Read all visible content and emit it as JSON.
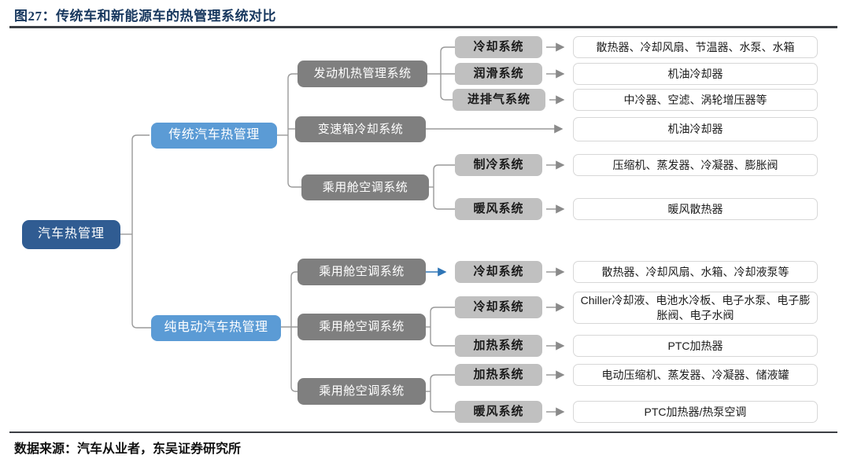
{
  "figure": {
    "title": "图27：传统车和新能源车的热管理系统对比",
    "source": "数据来源：汽车从业者，东吴证券研究所"
  },
  "colors": {
    "title_navy": "#17375E",
    "root_blue": "#305C92",
    "branch_blue": "#5B9BD5",
    "group_dark_gray": "#7F7F7F",
    "system_light_gray": "#C0C0C0",
    "leaf_border_gray": "#D7D7D7",
    "connector_gray": "#9A9A9A",
    "connector_blue": "#2E75B6"
  },
  "tree": {
    "root_label": "汽车热管理",
    "traditional": {
      "label": "传统汽车热管理",
      "engine": {
        "label": "发动机热管理系统",
        "rows": [
          {
            "system": "冷却系统",
            "components": "散热器、冷却风扇、节温器、水泵、水箱"
          },
          {
            "system": "润滑系统",
            "components": "机油冷却器"
          },
          {
            "system": "进排气系统",
            "components": "中冷器、空滤、涡轮增压器等"
          }
        ]
      },
      "gearbox": {
        "label": "变速箱冷却系统",
        "components": "机油冷却器"
      },
      "cabin_ac": {
        "label": "乘用舱空调系统",
        "rows": [
          {
            "system": "制冷系统",
            "components": "压缩机、蒸发器、冷凝器、膨胀阀"
          },
          {
            "system": "暖风系统",
            "components": "暖风散热器"
          }
        ]
      }
    },
    "electric": {
      "label": "纯电动汽车热管理",
      "group1": {
        "label": "乘用舱空调系统",
        "rows": [
          {
            "system": "冷却系统",
            "components": "散热器、冷却风扇、水箱、冷却液泵等"
          }
        ]
      },
      "group2": {
        "label": "乘用舱空调系统",
        "rows": [
          {
            "system": "冷却系统",
            "components": "Chiller冷却液、电池水冷板、电子水泵、电子膨胀阀、电子水阀"
          },
          {
            "system": "加热系统",
            "components": "PTC加热器"
          }
        ]
      },
      "group3": {
        "label": "乘用舱空调系统",
        "rows": [
          {
            "system": "加热系统",
            "components": "电动压缩机、蒸发器、冷凝器、储液罐"
          },
          {
            "system": "暖风系统",
            "components": "PTC加热器/热泵空调"
          }
        ]
      }
    }
  }
}
